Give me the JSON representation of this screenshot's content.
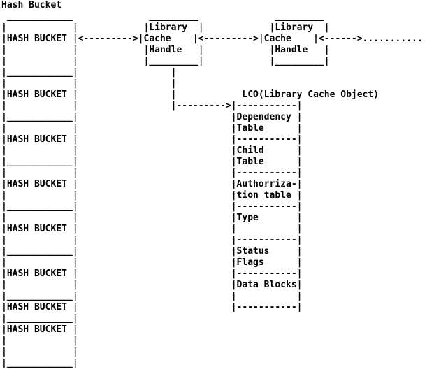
{
  "diagram": {
    "lines": [
      "Hash Bucket",
      " ____________              _________              _________",
      "|            |            |Library  |            |Library  |",
      "|HASH BUCKET |<--------->|Cache    |<--------->|Cache    |<------>...........",
      "|            |            |Handle   |            |Handle   |",
      "|            |            |_________|            |_________|",
      "|____________|                 |",
      "|            |                 |",
      "|HASH BUCKET |                 |            LCO(Library Cache Object)",
      "|            |                 |--------->|-----------|",
      "|____________|                            |Dependency |",
      "|            |                            |Table      |",
      "|HASH BUCKET |                            |-----------|",
      "|            |                            |Child      |",
      "|____________|                            |Table      |",
      "|            |                            |-----------|",
      "|HASH BUCKET |                            |Authorriza-|",
      "|            |                            |tion table |",
      "|____________|                            |-----------|",
      "|            |                            |Type       |",
      "|HASH BUCKET |                            |           |",
      "|            |                            |-----------|",
      "|____________|                            |Status     |",
      "|            |                            |Flags      |",
      "|HASH BUCKET |                            |-----------|",
      "|            |                            |Data Blocks|",
      "|____________|                            |           |",
      "|HASH BUCKET |                            |-----------|",
      "|____________|",
      "|HASH BUCKET |",
      "|            |",
      "|            |",
      "|____________|"
    ]
  }
}
